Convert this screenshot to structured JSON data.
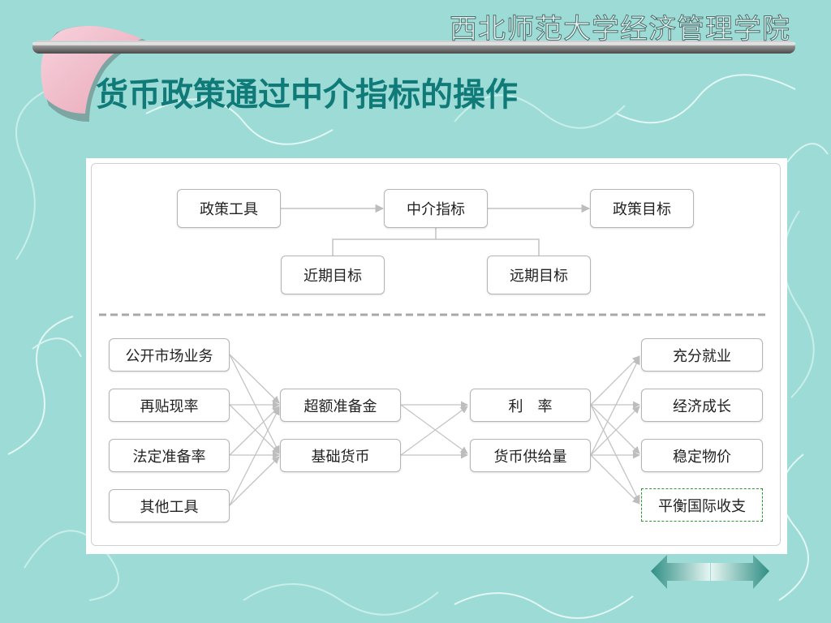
{
  "header": {
    "school": "西北师范大学经济管理学院",
    "title": "货币政策通过中介指标的操作"
  },
  "top_flow": {
    "policy_tools": "政策工具",
    "intermediate_indicator": "中介指标",
    "policy_goals": "政策目标",
    "near_term_target": "近期目标",
    "long_term_target": "远期目标"
  },
  "instruments": [
    "公开市场业务",
    "再贴现率",
    "法定准备率",
    "其他工具"
  ],
  "operating_targets": [
    "超额准备金",
    "基础货币"
  ],
  "intermediate_targets": [
    "利　率",
    "货币供给量"
  ],
  "final_goals": [
    "充分就业",
    "经济成长",
    "稳定物价",
    "平衡国际收支"
  ],
  "colors": {
    "background": "#9ddcd6",
    "title": "#107a78",
    "arrow": "#bdbdbd",
    "highlight_border": "#2a9a2a"
  }
}
